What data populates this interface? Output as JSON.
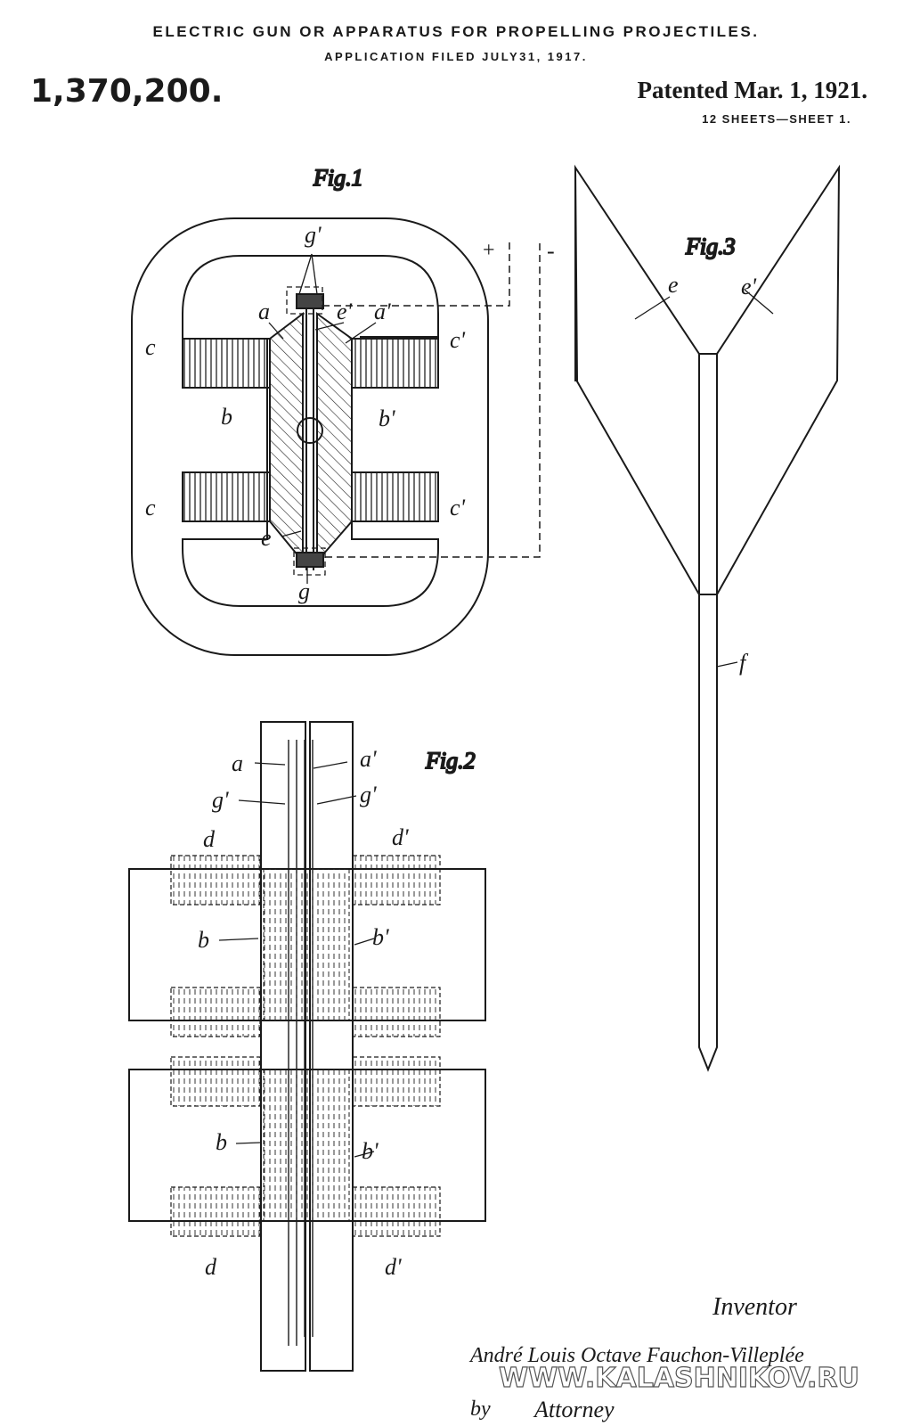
{
  "header": {
    "title": "ELECTRIC GUN OR APPARATUS FOR PROPELLING PROJECTILES.",
    "application": "APPLICATION FILED JULY31, 1917.",
    "patent_number": "1,370,200.",
    "patented": "Patented Mar. 1, 1921.",
    "sheets": "12 SHEETS—SHEET 1."
  },
  "figures": {
    "fig1": "Fig.1",
    "fig2": "Fig.2",
    "fig3": "Fig.3"
  },
  "polarity": {
    "plus": "+",
    "minus": "-"
  },
  "labels": {
    "a": "a",
    "a1": "a'",
    "b": "b",
    "b1": "b'",
    "c": "c",
    "c1": "c'",
    "d": "d",
    "d1": "d'",
    "e": "e",
    "e1": "e'",
    "f": "f",
    "g": "g",
    "g1": "g'"
  },
  "signature": {
    "inventor": "Inventor",
    "name": "André Louis Octave Fauchon-Villeplée",
    "by": "by",
    "attorney": "Attorney"
  },
  "watermark": "WWW.KALASHNIKOV.RU"
}
